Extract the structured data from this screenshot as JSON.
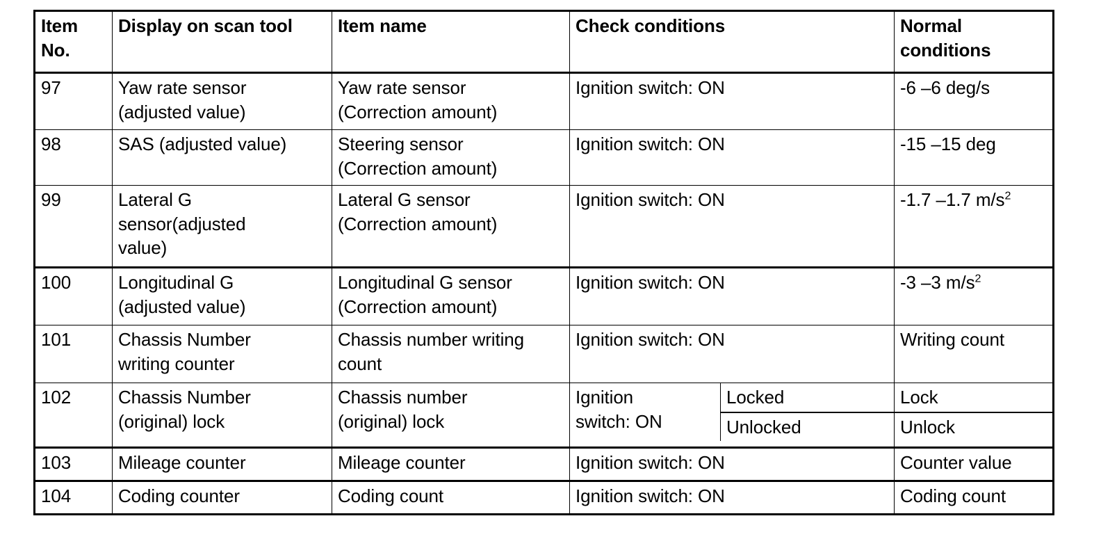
{
  "table": {
    "columns": [
      {
        "key": "item_no",
        "label": "Item\nNo."
      },
      {
        "key": "display",
        "label": "Display on scan tool"
      },
      {
        "key": "item_name",
        "label": "Item name"
      },
      {
        "key": "check",
        "label": "Check conditions"
      },
      {
        "key": "normal",
        "label": "Normal\nconditions"
      }
    ],
    "headers": {
      "item_no_line1": "Item",
      "item_no_line2": "No.",
      "display": "Display on scan tool",
      "item_name": "Item name",
      "check": "Check conditions",
      "normal_line1": "Normal",
      "normal_line2": "conditions"
    },
    "rows": [
      {
        "item_no": "97",
        "display_line1": "Yaw rate sensor",
        "display_line2": "(adjusted value)",
        "item_name_line1": "Yaw rate sensor",
        "item_name_line2": "(Correction amount)",
        "check": "Ignition switch: ON",
        "normal_value": "-6 –6 deg/s",
        "normal_number": "-6 –6",
        "normal_unit": "deg/s",
        "normal_superscript": ""
      },
      {
        "item_no": "98",
        "display_line1": "SAS (adjusted value)",
        "display_line2": "",
        "item_name_line1": "Steering sensor",
        "item_name_line2": "(Correction amount)",
        "check": "Ignition switch: ON",
        "normal_value": "-15 –15 deg",
        "normal_number": "-15 –15",
        "normal_unit": "deg",
        "normal_superscript": ""
      },
      {
        "item_no": "99",
        "display_line1": "Lateral G",
        "display_line2": "sensor(adjusted",
        "display_line3": "value)",
        "item_name_line1": "Lateral G sensor",
        "item_name_line2": "(Correction amount)",
        "check": "Ignition switch: ON",
        "normal_value": "-1.7 –1.7 m/s2",
        "normal_number": "-1.7 –1.7",
        "normal_unit": "m/s",
        "normal_superscript": "2"
      },
      {
        "item_no": "100",
        "display_line1": "Longitudinal G",
        "display_line2": "(adjusted value)",
        "item_name_line1": "Longitudinal G sensor",
        "item_name_line2": "(Correction amount)",
        "check": "Ignition switch: ON",
        "normal_value": "-3 –3 m/s2",
        "normal_number": "-3 –3",
        "normal_unit": "m/s",
        "normal_superscript": "2"
      },
      {
        "item_no": "101",
        "display_line1": "Chassis Number",
        "display_line2": "writing counter",
        "item_name_line1": "Chassis number writing",
        "item_name_line2": "count",
        "check": "Ignition switch: ON",
        "normal_value": "Writing count",
        "normal_number": "",
        "normal_unit": "",
        "normal_superscript": ""
      },
      {
        "item_no": "102",
        "display_line1": "Chassis Number",
        "display_line2": "(original) lock",
        "item_name_line1": "Chassis number",
        "item_name_line2": "(original) lock",
        "check_line1": "Ignition",
        "check_line2": "switch: ON",
        "check_sub_top": "Locked",
        "check_sub_bottom": "Unlocked",
        "normal_sub_top": "Lock",
        "normal_sub_bottom": "Unlock"
      },
      {
        "item_no": "103",
        "display_line1": "Mileage counter",
        "display_line2": "",
        "item_name_line1": "Mileage counter",
        "item_name_line2": "",
        "check": "Ignition switch: ON",
        "normal_value": "Counter value",
        "normal_number": "",
        "normal_unit": "",
        "normal_superscript": ""
      },
      {
        "item_no": "104",
        "display_line1": "Coding counter",
        "display_line2": "",
        "item_name_line1": "Coding count",
        "item_name_line2": "",
        "check": "Ignition switch: ON",
        "normal_value": "Coding count",
        "normal_number": "",
        "normal_unit": "",
        "normal_superscript": ""
      }
    ]
  },
  "colors": {
    "ink": "#000000",
    "paper": "#ffffff"
  }
}
